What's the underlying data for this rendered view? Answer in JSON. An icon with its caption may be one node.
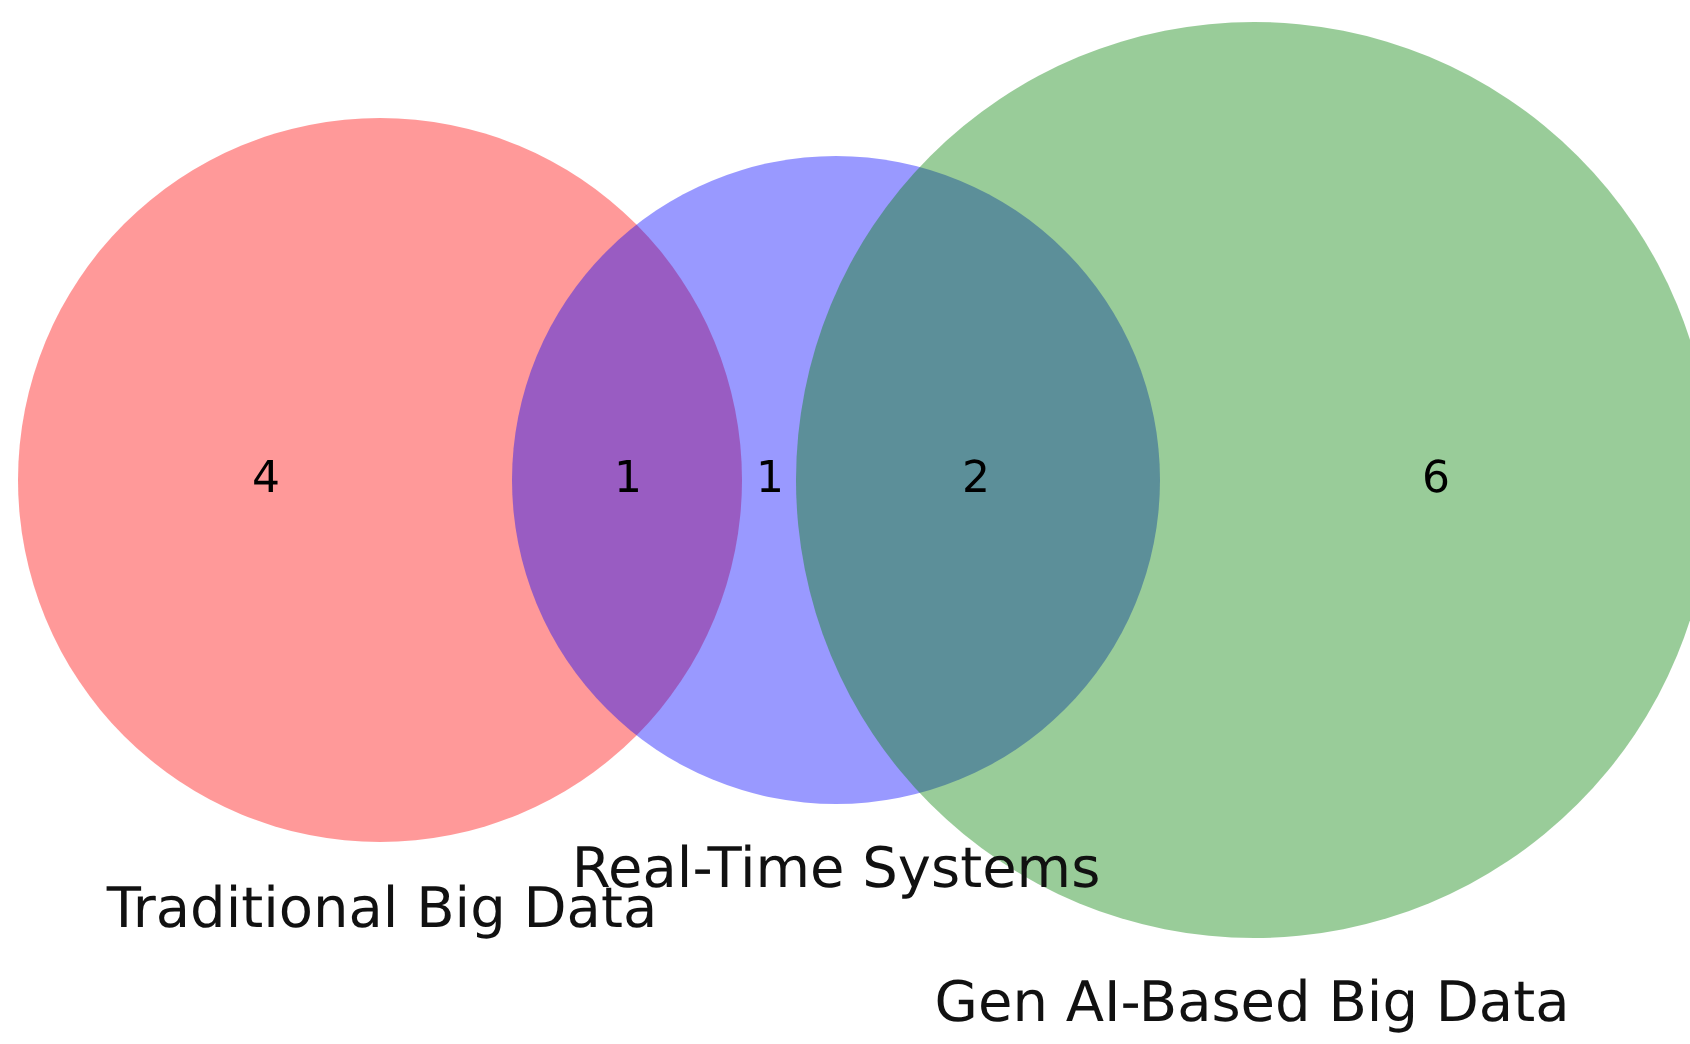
{
  "diagram": {
    "nodes": [
      {
        "text": [
          "Traditional Big Data"
        ]
      },
      {
        "text": [
          "Real-Time Systems"
        ]
      },
      {
        "text": [
          "Gen AI-Based Big Data"
        ]
      }
    ],
    "labels": [
      "4",
      "1",
      "1",
      "2",
      "6"
    ]
  }
}
